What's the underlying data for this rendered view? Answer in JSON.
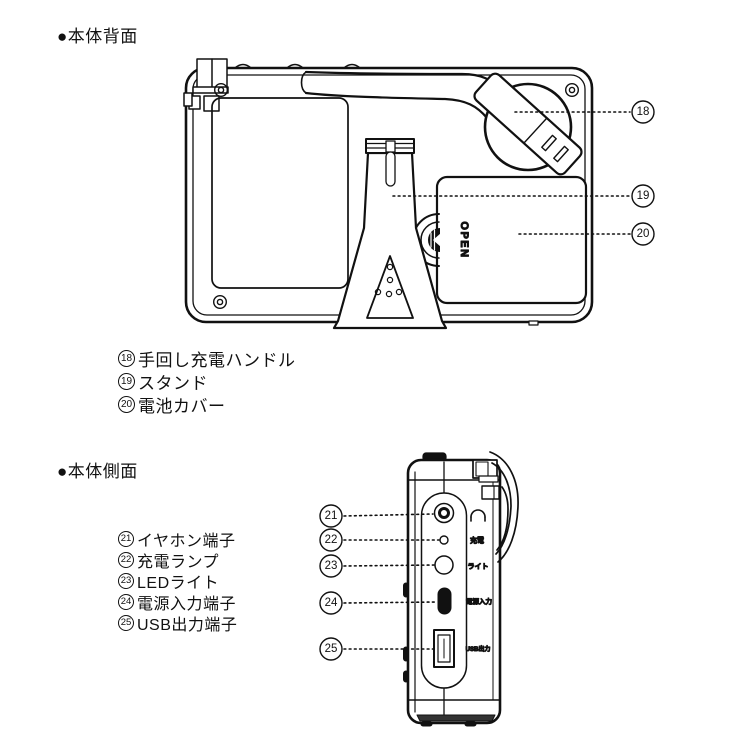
{
  "page": {
    "background": "#ffffff",
    "line_color": "#111111"
  },
  "back_section": {
    "header": "●本体背面",
    "device_texts": {
      "open_label": "OPEN"
    },
    "callouts": [
      {
        "num": "18",
        "label": "手回し充電ハンドル"
      },
      {
        "num": "19",
        "label": "スタンド"
      },
      {
        "num": "20",
        "label": "電池カバー"
      }
    ]
  },
  "side_section": {
    "header": "●本体側面",
    "port_labels": {
      "charge": "充電",
      "light": "ライト",
      "power_input": "電源入力",
      "usb_output": "USB出力"
    },
    "callouts": [
      {
        "num": "21",
        "label": "イヤホン端子"
      },
      {
        "num": "22",
        "label": "充電ランプ"
      },
      {
        "num": "23",
        "label": "LEDライト"
      },
      {
        "num": "24",
        "label": "電源入力端子"
      },
      {
        "num": "25",
        "label": "USB出力端子"
      }
    ]
  }
}
